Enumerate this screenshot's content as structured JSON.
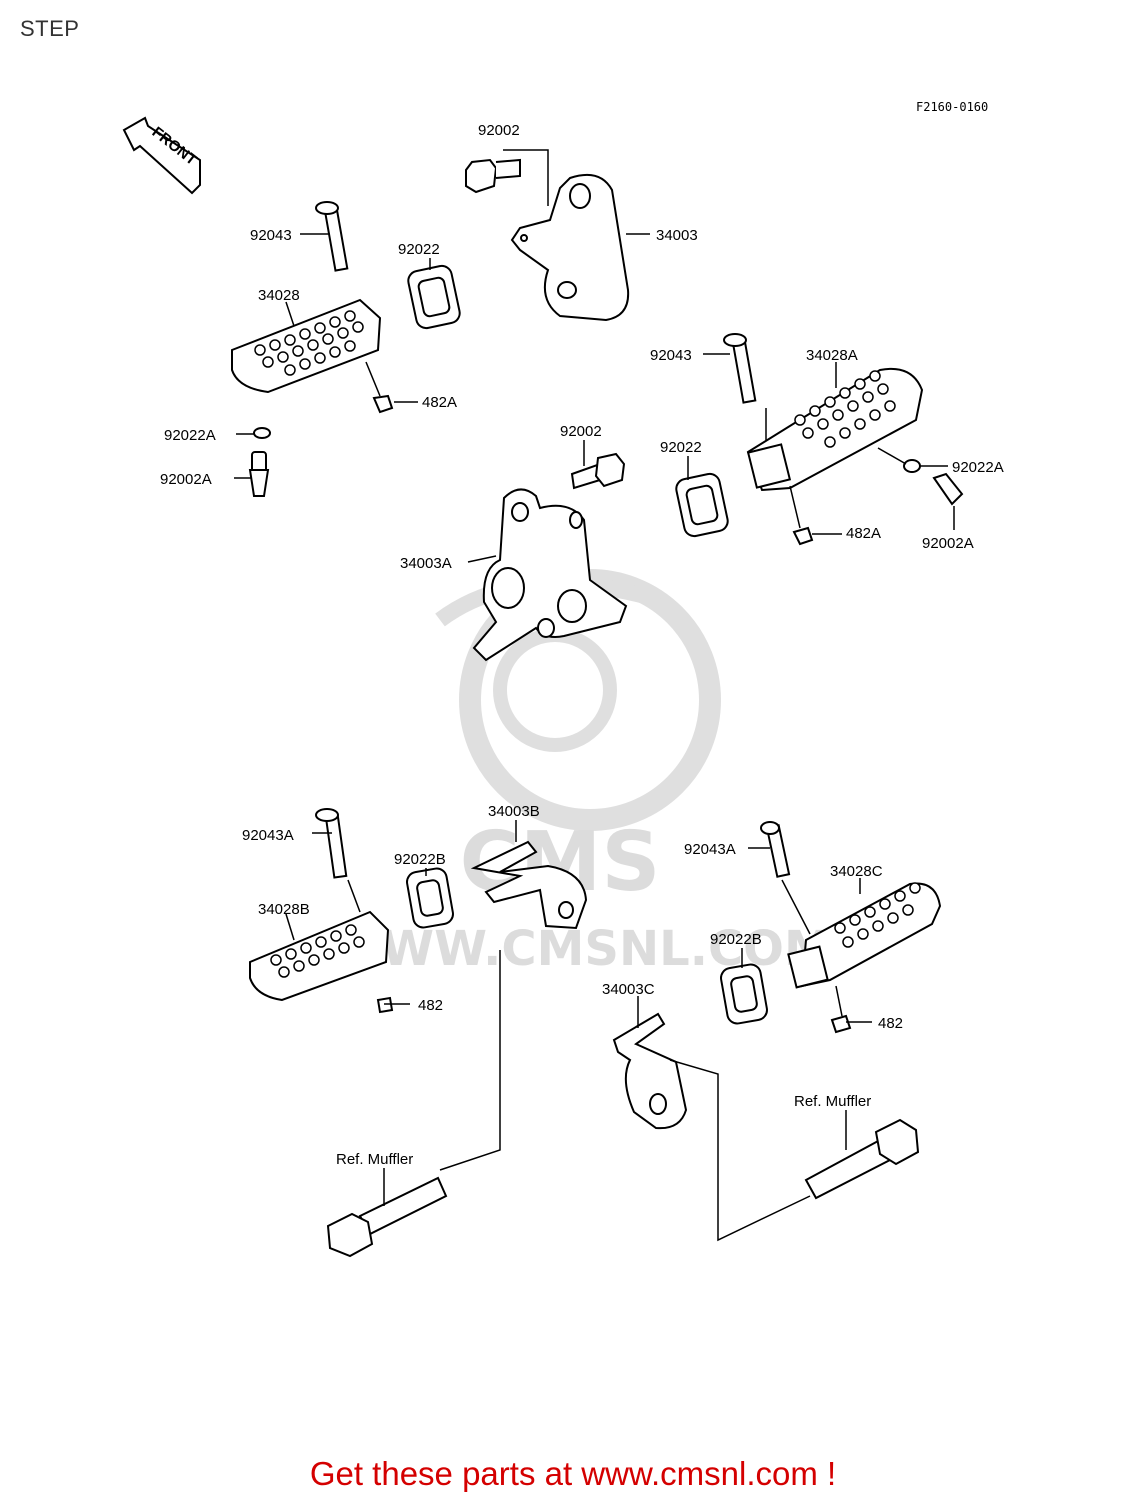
{
  "page": {
    "title": "STEP"
  },
  "diagram": {
    "figure_code": "F2160-0160",
    "front_arrow": "FRONT",
    "watermark": {
      "brand": "CMS",
      "url": "WWW.CMSNL.COM"
    },
    "labels": {
      "p92002_top": "92002",
      "p34003": "34003",
      "p92043_left": "92043",
      "p92022_left": "92022",
      "p34028": "34028",
      "p482A_left": "482A",
      "p92022A_left": "92022A",
      "p92002A_left": "92002A",
      "p92043_right": "92043",
      "p34028A": "34028A",
      "p92002_mid": "92002",
      "p92022_right": "92022",
      "p92022A_right": "92022A",
      "p482A_right": "482A",
      "p92002A_right": "92002A",
      "p34003A": "34003A",
      "p92043A_left": "92043A",
      "p34003B": "34003B",
      "p92022B_left": "92022B",
      "p34028B": "34028B",
      "p482_left": "482",
      "p92043A_right": "92043A",
      "p34028C": "34028C",
      "p92022B_right": "92022B",
      "p34003C": "34003C",
      "p482_right": "482",
      "ref_muffler_right": "Ref. Muffler",
      "ref_muffler_left": "Ref. Muffler"
    }
  },
  "footer": {
    "text": "Get these parts at www.cmsnl.com !"
  },
  "colors": {
    "footer": "#d40000",
    "line": "#000000",
    "watermark": "#d9d9d9"
  }
}
